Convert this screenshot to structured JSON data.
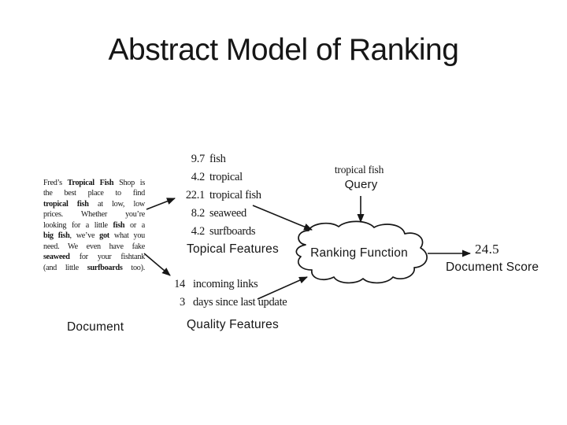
{
  "slide": {
    "title": "Abstract Model of Ranking"
  },
  "colors": {
    "background": "#ffffff",
    "ink": "#161616"
  },
  "document": {
    "label": "Document",
    "lines": [
      [
        {
          "t": "Fred’s "
        },
        {
          "t": "Tropical Fish",
          "b": true
        },
        {
          "t": " Shop is"
        }
      ],
      [
        {
          "t": "the best place to find"
        }
      ],
      [
        {
          "t": "tropical fish",
          "b": true
        },
        {
          "t": " at low, low"
        }
      ],
      [
        {
          "t": "prices. Whether you’re"
        }
      ],
      [
        {
          "t": "looking for a little "
        },
        {
          "t": "fish",
          "b": true
        },
        {
          "t": " or a"
        }
      ],
      [
        {
          "t": "big fish",
          "b": true
        },
        {
          "t": ", we’ve "
        },
        {
          "t": "got",
          "b": true
        },
        {
          "t": " what you"
        }
      ],
      [
        {
          "t": "need. We even have fake"
        }
      ],
      [
        {
          "t": "seaweed",
          "b": true
        },
        {
          "t": " for your fishtank"
        }
      ],
      [
        {
          "t": "(and little "
        },
        {
          "t": "surfboards",
          "b": true
        },
        {
          "t": " too)."
        }
      ]
    ]
  },
  "topical_features": {
    "label": "Topical Features",
    "items": [
      {
        "score": "9.7",
        "term": "fish"
      },
      {
        "score": "4.2",
        "term": "tropical"
      },
      {
        "score": "22.1",
        "term": "tropical fish"
      },
      {
        "score": "8.2",
        "term": "seaweed"
      },
      {
        "score": "4.2",
        "term": "surfboards"
      }
    ]
  },
  "quality_features": {
    "label": "Quality Features",
    "items": [
      {
        "score": "14",
        "term": "incoming links"
      },
      {
        "score": "3",
        "term": "days since last update"
      }
    ]
  },
  "query": {
    "terms": "tropical fish",
    "label": "Query"
  },
  "ranking_function": {
    "label": "Ranking Function"
  },
  "document_score": {
    "value": "24.5",
    "label": "Document Score"
  }
}
